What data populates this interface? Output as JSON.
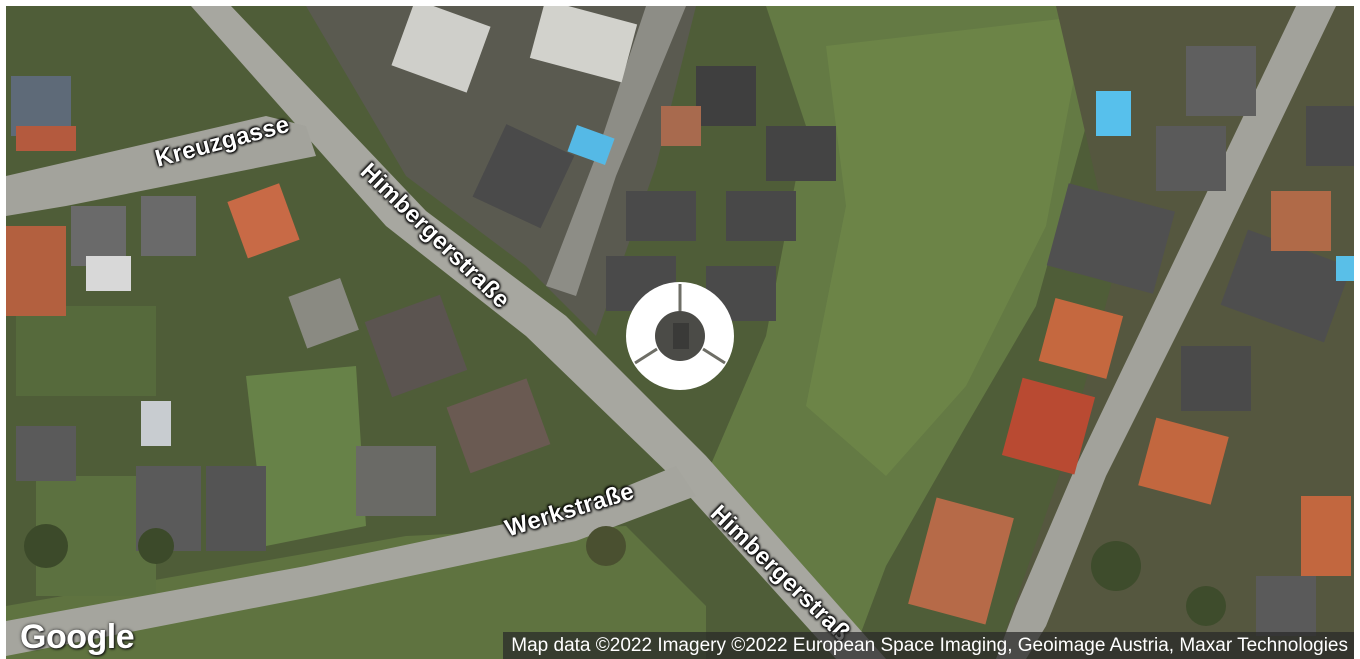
{
  "map": {
    "type": "satellite",
    "provider_logo": "Google",
    "attribution": "Map data ©2022 Imagery ©2022 European Space Imaging, Geoimage Austria, Maxar Technologies",
    "road_labels": [
      {
        "id": "kreuzgasse",
        "text": "Kreuzgasse"
      },
      {
        "id": "himbergerstrasse-upper",
        "text": "Himbergerstraße"
      },
      {
        "id": "werkstrasse",
        "text": "Werkstraße"
      },
      {
        "id": "himbergerstrasse-lower",
        "text": "Himbergerstraß"
      }
    ],
    "marker": {
      "icon": "location-marker-icon"
    }
  },
  "colors": {
    "field": "#5e7440",
    "grass": "#6f8a4a",
    "road": "#a9a9a3",
    "roof_dark": "#4a4a4a",
    "roof_red": "#b8583a",
    "pool": "#4fb7e3",
    "marker": "#ffffff"
  }
}
